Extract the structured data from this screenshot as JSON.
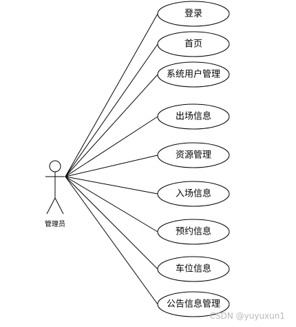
{
  "actor": {
    "name": "管理员",
    "icon": "stick-figure-icon"
  },
  "use_cases": [
    {
      "label": "登录"
    },
    {
      "label": "首页"
    },
    {
      "label": "系统用户管理"
    },
    {
      "label": "出场信息"
    },
    {
      "label": "资源管理"
    },
    {
      "label": "入场信息"
    },
    {
      "label": "预约信息"
    },
    {
      "label": "车位信息"
    },
    {
      "label": "公告信息管理"
    }
  ],
  "watermark": "CSDN @yuyuxun1"
}
